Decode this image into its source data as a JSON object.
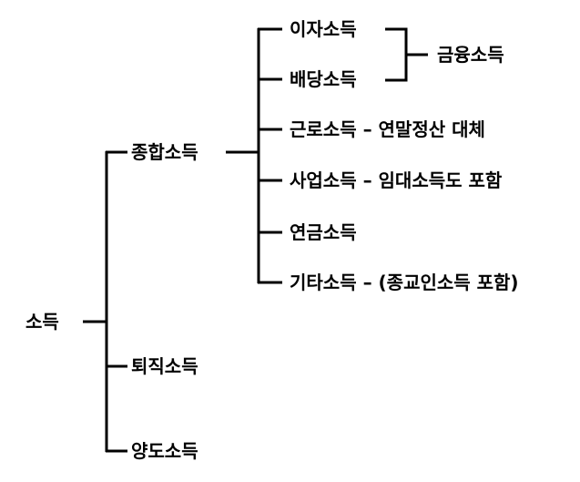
{
  "root": "소득",
  "level1": [
    "종합소득",
    "퇴직소득",
    "양도소득"
  ],
  "level2": [
    "이자소득",
    "배당소득",
    "근로소득 – 연말정산 대체",
    "사업소득 – 임대소득도 포함",
    "연금소득",
    "기타소득 – (종교인소득 포함)"
  ],
  "group": "금융소득",
  "line_color": "#000000"
}
